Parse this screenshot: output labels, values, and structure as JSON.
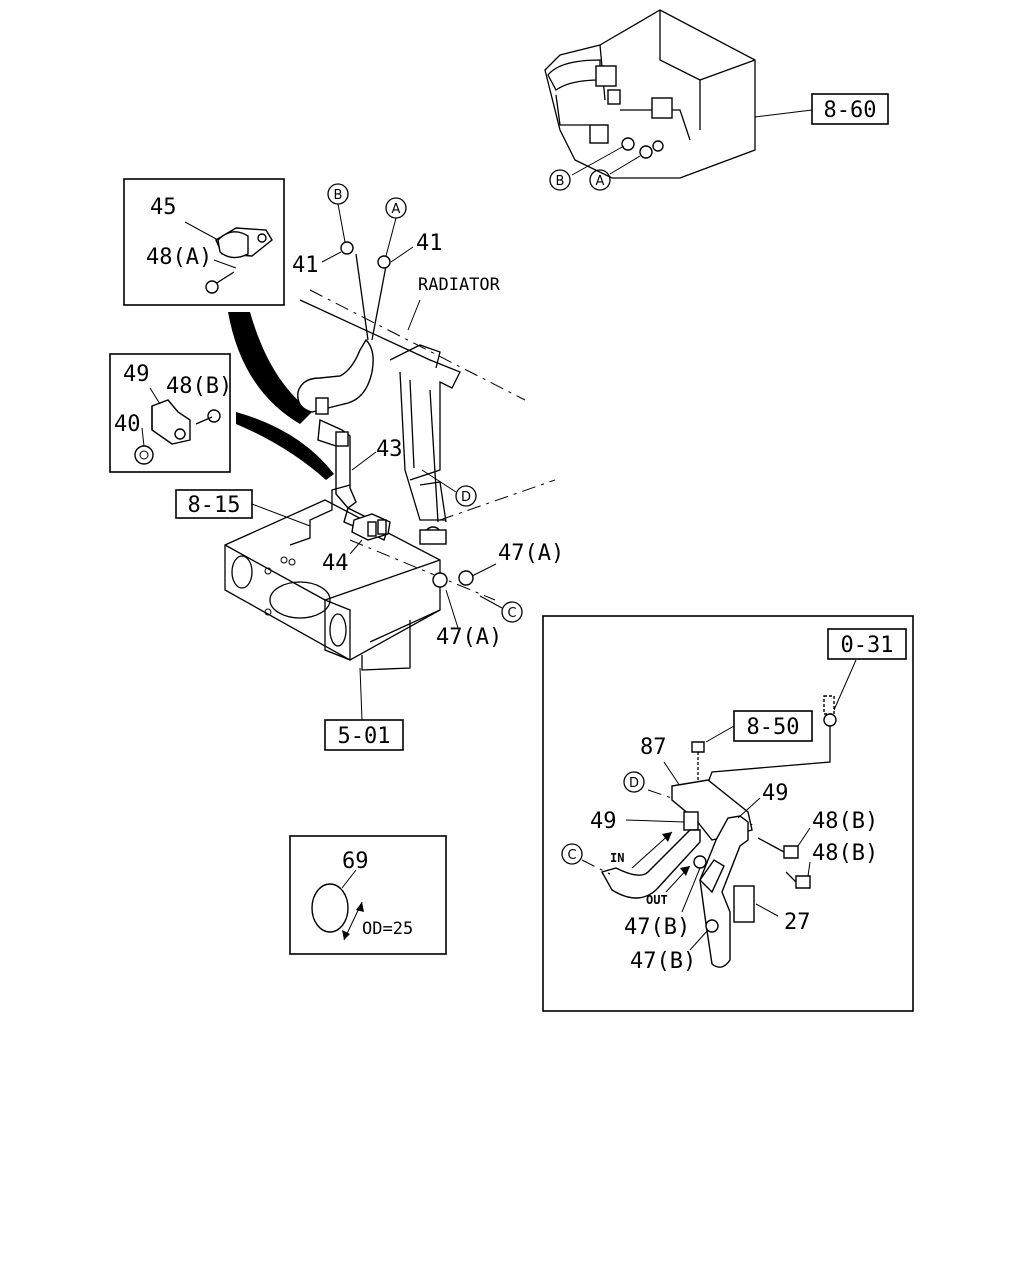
{
  "refs": {
    "r860": "8-60",
    "r815": "8-15",
    "r501": "5-01",
    "r031": "0-31",
    "r850": "8-50"
  },
  "callouts": {
    "c45": "45",
    "c48a": "48(A)",
    "c49_inset": "49",
    "c48b_inset": "48(B)",
    "c40": "40",
    "c41_left": "41",
    "c41_right": "41",
    "c43": "43",
    "c44": "44",
    "c47a_top": "47(A)",
    "c47a_bottom": "47(A)",
    "c69": "69",
    "c87": "87",
    "c49_detail_left": "49",
    "c49_detail_right": "49",
    "c48b_detail_1": "48(B)",
    "c48b_detail_2": "48(B)",
    "c47b_1": "47(B)",
    "c47b_2": "47(B)",
    "c27": "27"
  },
  "markers": {
    "A": "A",
    "B": "B",
    "C": "C",
    "D": "D"
  },
  "texts": {
    "radiator": "RADIATOR",
    "od": "OD=25",
    "in": "IN",
    "out": "OUT"
  }
}
